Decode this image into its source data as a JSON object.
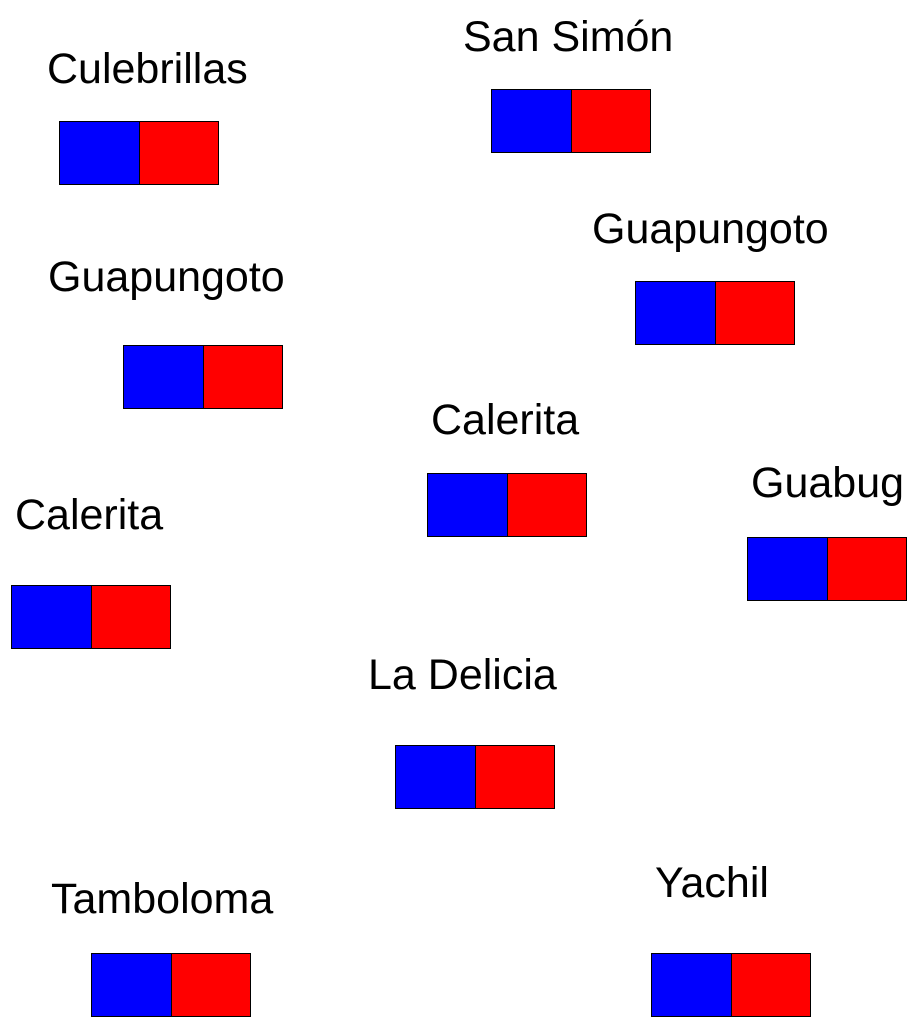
{
  "colors": {
    "blue": "#0000ff",
    "red": "#ff0000",
    "outline": "#000000"
  },
  "sites": [
    {
      "name": "Culebrillas"
    },
    {
      "name": "San Simón"
    },
    {
      "name": "Guapungoto"
    },
    {
      "name": "Guapungoto"
    },
    {
      "name": "Calerita"
    },
    {
      "name": "Calerita"
    },
    {
      "name": "Guabug"
    },
    {
      "name": "La Delicia"
    },
    {
      "name": "Tamboloma"
    },
    {
      "name": "Yachil"
    }
  ]
}
